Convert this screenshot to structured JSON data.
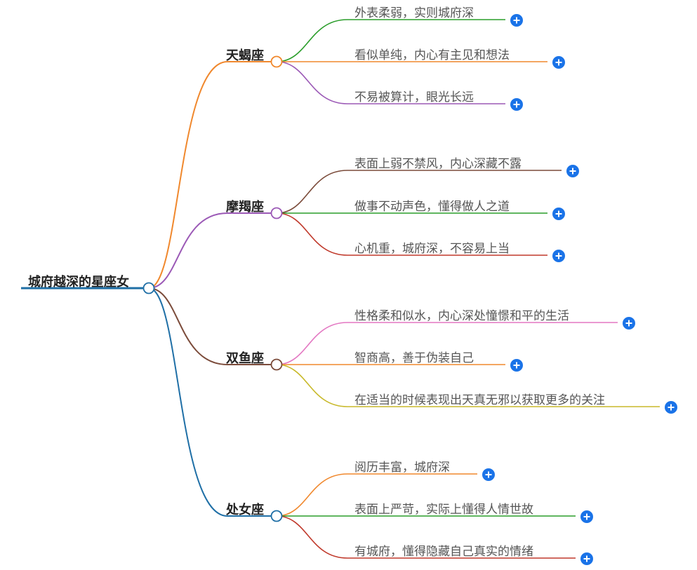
{
  "root": {
    "label": "城府越深的星座女",
    "color": "#1f6fa6"
  },
  "branches": [
    {
      "label": "天蝎座",
      "color": "#f0882d",
      "leaves": [
        {
          "text": "外表柔弱，实则城府深",
          "color": "#2a9d2a"
        },
        {
          "text": "看似单纯，内心有主见和想法",
          "color": "#f0882d"
        },
        {
          "text": "不易被算计，眼光长远",
          "color": "#9b59b6"
        }
      ]
    },
    {
      "label": "摩羯座",
      "color": "#9b59b6",
      "leaves": [
        {
          "text": "表面上弱不禁风，内心深藏不露",
          "color": "#7b4b3a"
        },
        {
          "text": "做事不动声色，懂得做人之道",
          "color": "#2a9d2a"
        },
        {
          "text": "心机重，城府深，不容易上当",
          "color": "#c0392b"
        }
      ]
    },
    {
      "label": "双鱼座",
      "color": "#7b4b3a",
      "leaves": [
        {
          "text": "性格柔和似水，内心深处憧憬和平的生活",
          "color": "#e377c2"
        },
        {
          "text": "智商高，善于伪装自己",
          "color": "#f0882d"
        },
        {
          "text": "在适当的时候表现出天真无邪以获取更多的关注",
          "color": "#c8b92a"
        }
      ]
    },
    {
      "label": "处女座",
      "color": "#1f6fa6",
      "leaves": [
        {
          "text": "阅历丰富，城府深",
          "color": "#f0882d"
        },
        {
          "text": "表面上严苛，实际上懂得人情世故",
          "color": "#2a9d2a"
        },
        {
          "text": "有城府，懂得隐藏自己真实的情绪",
          "color": "#c0392b"
        }
      ]
    }
  ],
  "expand_color": "#1a73e8",
  "expand_icon": "plus-icon"
}
